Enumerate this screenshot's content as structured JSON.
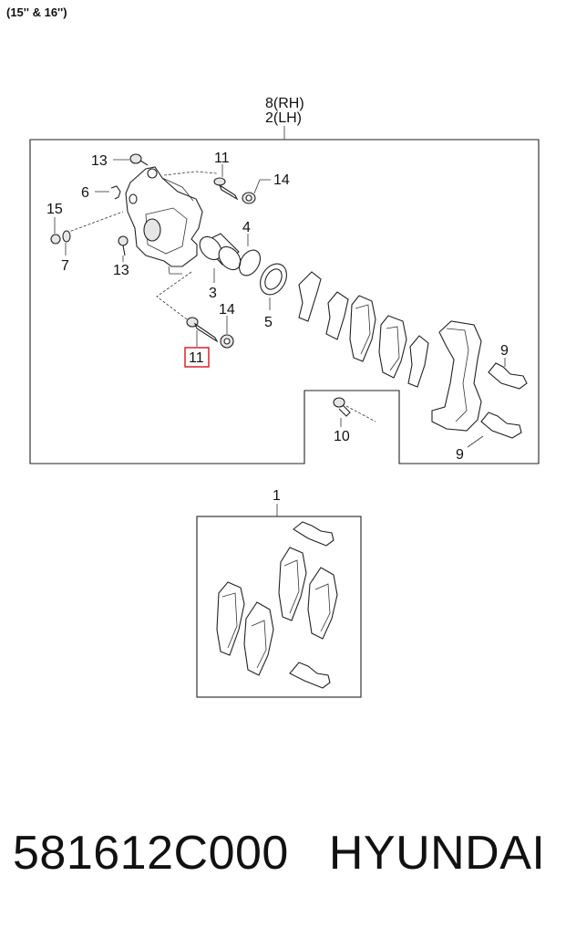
{
  "caption": "(15'' & 16'')",
  "callouts": {
    "c8": "8(RH)",
    "c2": "2(LH)",
    "c13a": "13",
    "c11a": "11",
    "c14a": "14",
    "c6": "6",
    "c15": "15",
    "c7": "7",
    "c13b": "13",
    "c4": "4",
    "c3": "3",
    "c5": "5",
    "c14b": "14",
    "c11b": "11",
    "c9a": "9",
    "c10": "10",
    "c9b": "9",
    "c1": "1"
  },
  "highlight_color": "#e0202a",
  "footer": {
    "part_number": "581612C000",
    "brand": "HYUNDAI"
  }
}
